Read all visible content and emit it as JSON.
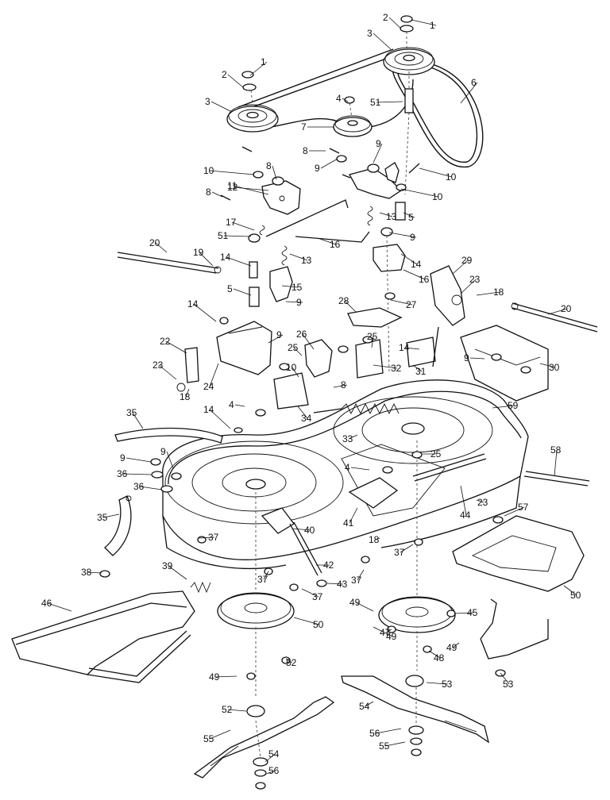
{
  "diagram": {
    "part_numbers": [
      "1",
      "2",
      "3",
      "1",
      "2",
      "3",
      "4",
      "51",
      "6",
      "7",
      "8",
      "9",
      "10",
      "8",
      "10",
      "9",
      "12",
      "10",
      "11",
      "8",
      "5",
      "13",
      "17",
      "51",
      "16",
      "9",
      "20",
      "19",
      "14",
      "13",
      "14",
      "16",
      "15",
      "5",
      "9",
      "29",
      "23",
      "18",
      "14",
      "27",
      "28",
      "25",
      "20",
      "22",
      "9",
      "25",
      "26",
      "14",
      "32",
      "31",
      "30",
      "9",
      "23",
      "24",
      "10",
      "8",
      "18",
      "4",
      "34",
      "59",
      "14",
      "35",
      "33",
      "25",
      "9",
      "9",
      "58",
      "36",
      "4",
      "23",
      "36",
      "57",
      "35",
      "41",
      "44",
      "40",
      "18",
      "37",
      "37",
      "37",
      "39",
      "42",
      "43",
      "37",
      "37",
      "38",
      "46",
      "50",
      "50",
      "49",
      "49",
      "49",
      "48",
      "45",
      "49",
      "52",
      "47",
      "52",
      "53",
      "53",
      "54",
      "55",
      "56",
      "54",
      "55",
      "56"
    ]
  }
}
